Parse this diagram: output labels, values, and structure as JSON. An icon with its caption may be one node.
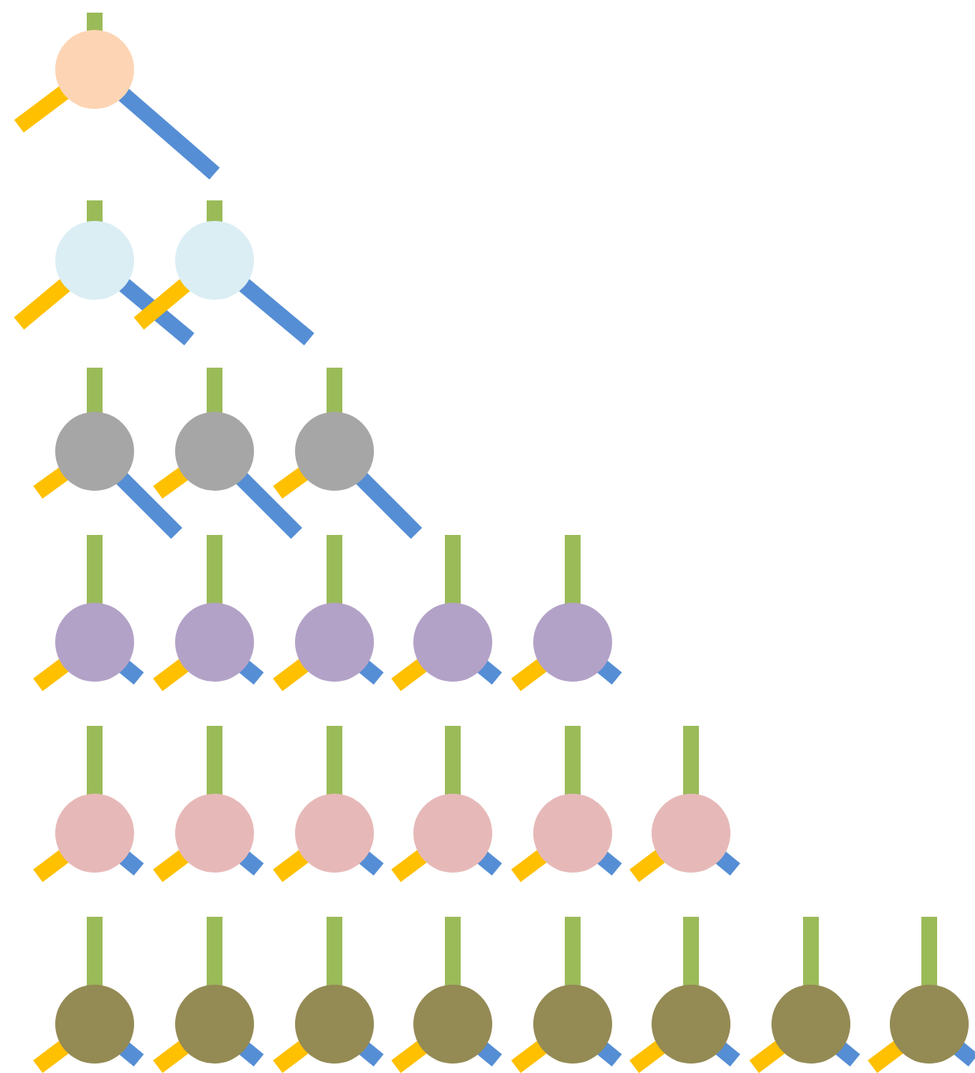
{
  "diagram": {
    "nodes": [
      {
        "text": [],
        "shape": "circle"
      },
      {
        "text": [],
        "shape": "circle"
      },
      {
        "text": [],
        "shape": "circle"
      },
      {
        "text": [],
        "shape": "circle"
      },
      {
        "text": [],
        "shape": "circle"
      },
      {
        "text": [],
        "shape": "circle"
      },
      {
        "text": [],
        "shape": "circle"
      },
      {
        "text": [],
        "shape": "circle"
      },
      {
        "text": [],
        "shape": "circle"
      },
      {
        "text": [],
        "shape": "circle"
      },
      {
        "text": [],
        "shape": "circle"
      },
      {
        "text": [],
        "shape": "circle"
      },
      {
        "text": [],
        "shape": "circle"
      },
      {
        "text": [],
        "shape": "circle"
      },
      {
        "text": [],
        "shape": "circle"
      },
      {
        "text": [],
        "shape": "circle"
      },
      {
        "text": [],
        "shape": "circle"
      },
      {
        "text": [],
        "shape": "circle"
      },
      {
        "text": [],
        "shape": "circle"
      },
      {
        "text": [],
        "shape": "circle"
      },
      {
        "text": [],
        "shape": "circle"
      },
      {
        "text": [],
        "shape": "circle"
      },
      {
        "text": [],
        "shape": "circle"
      },
      {
        "text": [],
        "shape": "circle"
      },
      {
        "text": [],
        "shape": "circle"
      }
    ]
  }
}
